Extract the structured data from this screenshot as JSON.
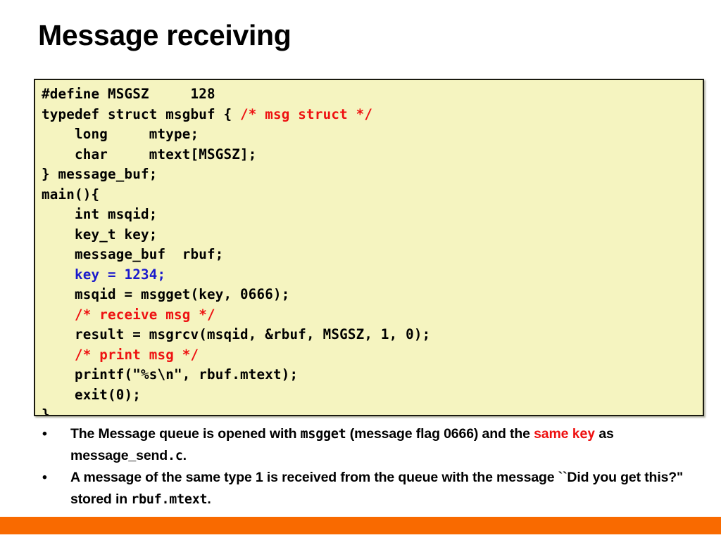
{
  "slide": {
    "title": "Message receiving",
    "accent_colors": {
      "code_background": "#F5F4C0",
      "code_border": "#1A1A0F",
      "comment_red": "#EE1111",
      "literal_blue": "#1A1ACC",
      "footer_orange": "#F96A00"
    }
  },
  "code": {
    "language": "c",
    "lines": [
      {
        "id": "l1",
        "segments": [
          {
            "text": "#define MSGSZ     128",
            "color": "black"
          }
        ]
      },
      {
        "id": "l2",
        "segments": [
          {
            "text": "typedef struct msgbuf { ",
            "color": "black"
          },
          {
            "text": "/* msg struct */",
            "color": "red"
          }
        ]
      },
      {
        "id": "l3",
        "segments": [
          {
            "text": "    long     mtype;",
            "color": "black"
          }
        ]
      },
      {
        "id": "l4",
        "segments": [
          {
            "text": "    char     mtext[MSGSZ];",
            "color": "black"
          }
        ]
      },
      {
        "id": "l5",
        "segments": [
          {
            "text": "} message_buf;",
            "color": "black"
          }
        ]
      },
      {
        "id": "l6",
        "segments": [
          {
            "text": "main(){",
            "color": "black"
          }
        ]
      },
      {
        "id": "l7",
        "segments": [
          {
            "text": "    int msqid;",
            "color": "black"
          }
        ]
      },
      {
        "id": "l8",
        "segments": [
          {
            "text": "    key_t key;",
            "color": "black"
          }
        ]
      },
      {
        "id": "l9",
        "segments": [
          {
            "text": "    message_buf  rbuf;",
            "color": "black"
          }
        ]
      },
      {
        "id": "l10",
        "segments": [
          {
            "text": "    ",
            "color": "black"
          },
          {
            "text": "key = 1234;",
            "color": "blue"
          }
        ]
      },
      {
        "id": "l11",
        "segments": [
          {
            "text": "    msqid = msgget(key, 0666);",
            "color": "black"
          }
        ]
      },
      {
        "id": "l12",
        "segments": [
          {
            "text": "    ",
            "color": "black"
          },
          {
            "text": "/* receive msg */",
            "color": "red"
          }
        ]
      },
      {
        "id": "l13",
        "segments": [
          {
            "text": "    result = msgrcv(msqid, &rbuf, MSGSZ, 1, 0);",
            "color": "black"
          }
        ]
      },
      {
        "id": "l14",
        "segments": [
          {
            "text": "    ",
            "color": "black"
          },
          {
            "text": "/* print msg */",
            "color": "red"
          }
        ]
      },
      {
        "id": "l15",
        "segments": [
          {
            "text": "    printf(\"%s\\n\", rbuf.mtext);",
            "color": "black"
          }
        ]
      },
      {
        "id": "l16",
        "segments": [
          {
            "text": "    exit(0);",
            "color": "black"
          }
        ]
      },
      {
        "id": "l17",
        "segments": [
          {
            "text": "}",
            "color": "black"
          }
        ]
      }
    ]
  },
  "bullets": [
    {
      "marker": "•",
      "parts": [
        {
          "text": " The Message queue is opened with ",
          "style": "normal"
        },
        {
          "text": "msgget",
          "style": "mono"
        },
        {
          "text": " (message flag 0666) and the ",
          "style": "normal"
        },
        {
          "text": "same",
          "style": "normal-red"
        },
        {
          "text": " ",
          "style": "normal"
        },
        {
          "text": "key",
          "style": "mono-red"
        },
        {
          "text": " as message_send",
          "style": "normal"
        },
        {
          "text": ".c",
          "style": "mono"
        },
        {
          "text": ".",
          "style": "normal"
        }
      ]
    },
    {
      "marker": "•",
      "parts": [
        {
          "text": "A message of the same type 1 is received from the queue with the message ``Did you get this?\" stored in ",
          "style": "normal"
        },
        {
          "text": "rbuf.mtext",
          "style": "mono"
        },
        {
          "text": ".",
          "style": "normal"
        }
      ]
    }
  ]
}
